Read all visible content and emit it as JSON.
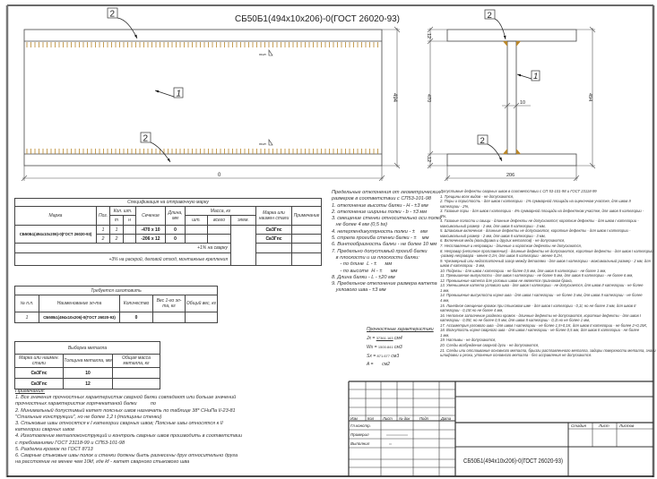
{
  "drawing_title": "СБ50Б1(494х10х206)-0(ГОСТ 26020-93)",
  "elevation": {
    "callout_top": "2",
    "callout_web": "1",
    "callout_bottom": "2",
    "weld_label_top": "тип",
    "weld_label_bottom": "тип",
    "length_dim": "0",
    "height_dim": "494"
  },
  "section": {
    "callout_top": "2",
    "callout_web": "1",
    "callout_bottom": "2",
    "flange_top_dim": "12",
    "web_height_dim": "470",
    "flange_bottom_dim": "12",
    "web_thickness_dim": "10",
    "width_dim": "206",
    "height_dim": "494"
  },
  "colors": {
    "weld": "#b8862a",
    "line": "#444444",
    "border": "#555555"
  },
  "spec_table": {
    "title": "Спецификация на отправочную марку",
    "headers": {
      "mark": "Марка",
      "pos": "Поз.",
      "qty": "Кол. шт.",
      "qty_t": "т",
      "qty_n": "н",
      "section": "Сечение",
      "length": "Длина, мм",
      "mass": "Масса, кг",
      "mass_pc": "шт.",
      "mass_total": "всего",
      "mass_elem": "элем.",
      "steel": "Марка или наимен стали",
      "note": "Примечание"
    },
    "mark_value": "СБ50Б1(494х10х206)-0(ГОСТ 26020-93)",
    "rows": [
      {
        "pos": "1",
        "qty_t": "1",
        "section": "-470 x 10",
        "length": "0",
        "steel": "Св3Гпс"
      },
      {
        "pos": "2",
        "qty_t": "2",
        "section": "-206 x 12",
        "length": "0",
        "steel": "Св3Гпс"
      }
    ],
    "weld_note": "+1% на сварку",
    "cut_note": "+3% на раскрой, деловой отход, монтажные крепления"
  },
  "make_table": {
    "title": "Требуется изготовить",
    "headers": [
      "№ п.п.",
      "Наименование эл-та",
      "Количество",
      "Вес 1-го эл-та, кг",
      "Общий вес, кг"
    ],
    "rows": [
      [
        "1",
        "СБ50Б1(494х10х206)-0(ГОСТ 26020-93)",
        "0",
        "",
        ""
      ]
    ]
  },
  "metal_table": {
    "title": "Выборка металла",
    "headers": [
      "Марка или наимен. стали",
      "Толщина металла, мм",
      "Общая масса металла, кг"
    ],
    "rows": [
      [
        "Св3Гпс",
        "10",
        ""
      ],
      [
        "Св3Гпс",
        "12",
        ""
      ]
    ]
  },
  "notes": {
    "title": "Примечания:",
    "lines": [
      "1. Все значения прочностных характеристик сварной балки совпадают или больше значений",
      "прочностных характеристик горячекатаной балки          по",
      "2. Минимальный допустимый катет поясных швов назначать по таблице 38* СНиПа II-23-81",
      "\"Стальные конструкции\", но не более 1,2 t (толщины стенки)",
      "3. Стыковые швы относятся к I категории сварных швов; Поясные швы относятся к II",
      "категории сварных швов",
      "4. Изготовление металлоконструкций и контроль сварных швов производить в соответствии",
      "с требованиями ГОСТ 23118-99 и СП53-101-98",
      "5. Разделка кромок по ГОСТ 8713",
      "6. Сварные стыковые швы полок и стенки должны быть разнесены друг относительно друга",
      "на расстояние не менее чем 10kf, где kf - катет сварного стыкового шва"
    ]
  },
  "tolerances": {
    "lines": [
      "Предельные отклонения от геометрических",
      "размеров в соответствии с СП53-101-98",
      "1. отклонение высоты балки - H - ±3 мм",
      "2. отклонение ширины полки - b - ±3 мм",
      "3. смещение стенки относительно оси полки",
      "   не более 4 мм (0,5 tw)",
      "4. неперпендикулярность полки - ±    мм",
      "5. стрела прогиба стенки балки - ±    мм",
      "6. Винтообразность балки - не более 10 мм",
      "7. Предельно допустимый прогиб балки",
      "   в плоскости и из плоскости балки:",
      "      - по длине  L - ±      мм",
      "      - по высоте  H - ±      мм",
      "8. Длина балки - L - ±20 мм",
      "9. Предельное отклонение размера катета",
      "   углового шва - ±3 мм"
    ]
  },
  "strength": {
    "title": "Прочностные характеристики",
    "jx_label": "Jx =",
    "jx_value": "37361.163",
    "jx_unit": "см4",
    "wx_label": "Wx =",
    "wx_value": "1500.841",
    "wx_unit": "см3",
    "sx_label": "Sx =",
    "sx_value": "871.677",
    "sx_unit": "см3",
    "a_label": "A =",
    "a_unit": "см2"
  },
  "defects": {
    "lines": [
      "Допустимые дефекты сварных швов в соответствии с СП 53-101-98 и ГОСТ 23118-99",
      "1. Трещины всех видов - не допускаются,",
      "2. Поры и пористость - для швов I категории - 1% суммарной площади на оценочном участке, для швов II",
      "категории - 2%,",
      "3. Газовые поры - для швов I категории - 4% суммарной площади на дефектном участке, для швов II категории -",
      "8%,",
      "4. Газовые полости и свищи - длинные дефекты не допускаются; короткие дефекты - для швов I категории -",
      "максимальный размер - 2 мм, для швов II категории - 3 мм,",
      "5. Шлаковые включения - длинные дефекты не допускаются, короткие дефекты - для швов I категории -",
      "максимальный размер - 2 мм, для швов II категории - 3 мм,",
      "6. Включения меди (вольфрама и других металлов) - не допускаются,",
      "7. Несплавления и непровары - длинные и короткие дефекты не допускаются,",
      "8. Непровар (неполное проплавление) - длинные дефекты не допускаются, короткие дефекты - для швов I категории",
      "-размер непровара - менее 0,1H, для швов II категории - менее 0,2H,",
      "9. Чрезмерный или недостаточный зазор между деталями - для швов I категории - максимальный размер - 2 мм, для",
      "швов II категории - 3 мм,",
      "10. Подрезы - для швов I категории - не более 0,5 мм, для швов II категории - не более 1 мм,",
      "11. Превышение выпуклости - для швов I категории - не более 5 мм, для швов II категории - не более 6 мм,",
      "12. Превышение катета для угловых швов не является признаком брака,",
      "13. Уменьшение катета углового шва - для швов I категории - не допускается, для швов II категории - не более",
      "1 мм,",
      "14. Превышение выпуклости корня шва - для швов I категории - не более 3 мм, для швов II категории - не более",
      "4 мм,",
      "15. Линейное смещение кромок при стыковом шве - для швов I категории - 0,1t, но не более 3 мм, для швов II",
      "категории - 0,15t но не более 4 мм,",
      "16. Неполное заполнение разделки кромок - длинные дефекты не допускаются, короткие дефекты - для швов I",
      "категории - 0,05t, но не более 0,5 мм, для швов II категории - 0,1t но не более 1 мм,",
      "17. Ассиметрия углового шва - для швов I категории - не более 1,5+0,1K, для швов II категории - не более 2+0,15K,",
      "18. Вогнутость корня сварного шва - для швов I категории - не более 0,5 мм, для швов II категории - не более",
      "1 мм,",
      "19. Наплывы - не допускаются,",
      "20. Следы возбуждения сварной дуги - не допускаются,",
      "21. Следы или отслаивание основного металла, брызги расплавленного металла, задиры поверхности металла, знаки",
      "шлифовки и резки, утонение основного металла - без исправления не допускаются."
    ]
  },
  "title_block": {
    "col_headers": [
      "Изм",
      "Кол",
      "Лист",
      "№ док",
      "Подп",
      "Дата"
    ],
    "roles": [
      "Гл.констр.",
      "Проверил",
      "Выполнил"
    ],
    "stage_headers": [
      "Стадия",
      "Лист",
      "Листов"
    ],
    "designation": "СБ50Б1(494х10х206)-0(ГОСТ 26020-93)"
  }
}
